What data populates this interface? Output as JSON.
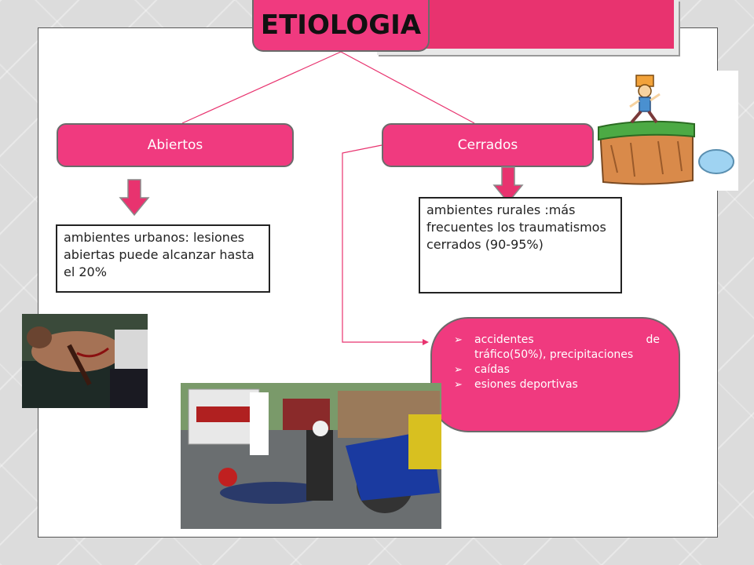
{
  "title": "ETIOLOGIA",
  "colors": {
    "accent": "#f03a7f",
    "arrow": "#e8336f",
    "connector": "#e8336f"
  },
  "categories": [
    {
      "label": "Abiertos"
    },
    {
      "label": "Cerrados"
    }
  ],
  "descriptions": {
    "urban": "ambientes urbanos: lesiones abiertas puede alcanzar hasta el 20%",
    "rural": "ambientes rurales :más frecuentes los traumatismos cerrados (90-95%)"
  },
  "causes": [
    {
      "word1": "accidentes",
      "word2": "de",
      "rest": "tráfico(50%), precipitaciones"
    },
    {
      "text": "caídas"
    },
    {
      "text": "esiones deportivas"
    }
  ],
  "icons": {
    "bullet": "arrowhead-bullet-icon",
    "arrow": "down-arrow-icon"
  }
}
